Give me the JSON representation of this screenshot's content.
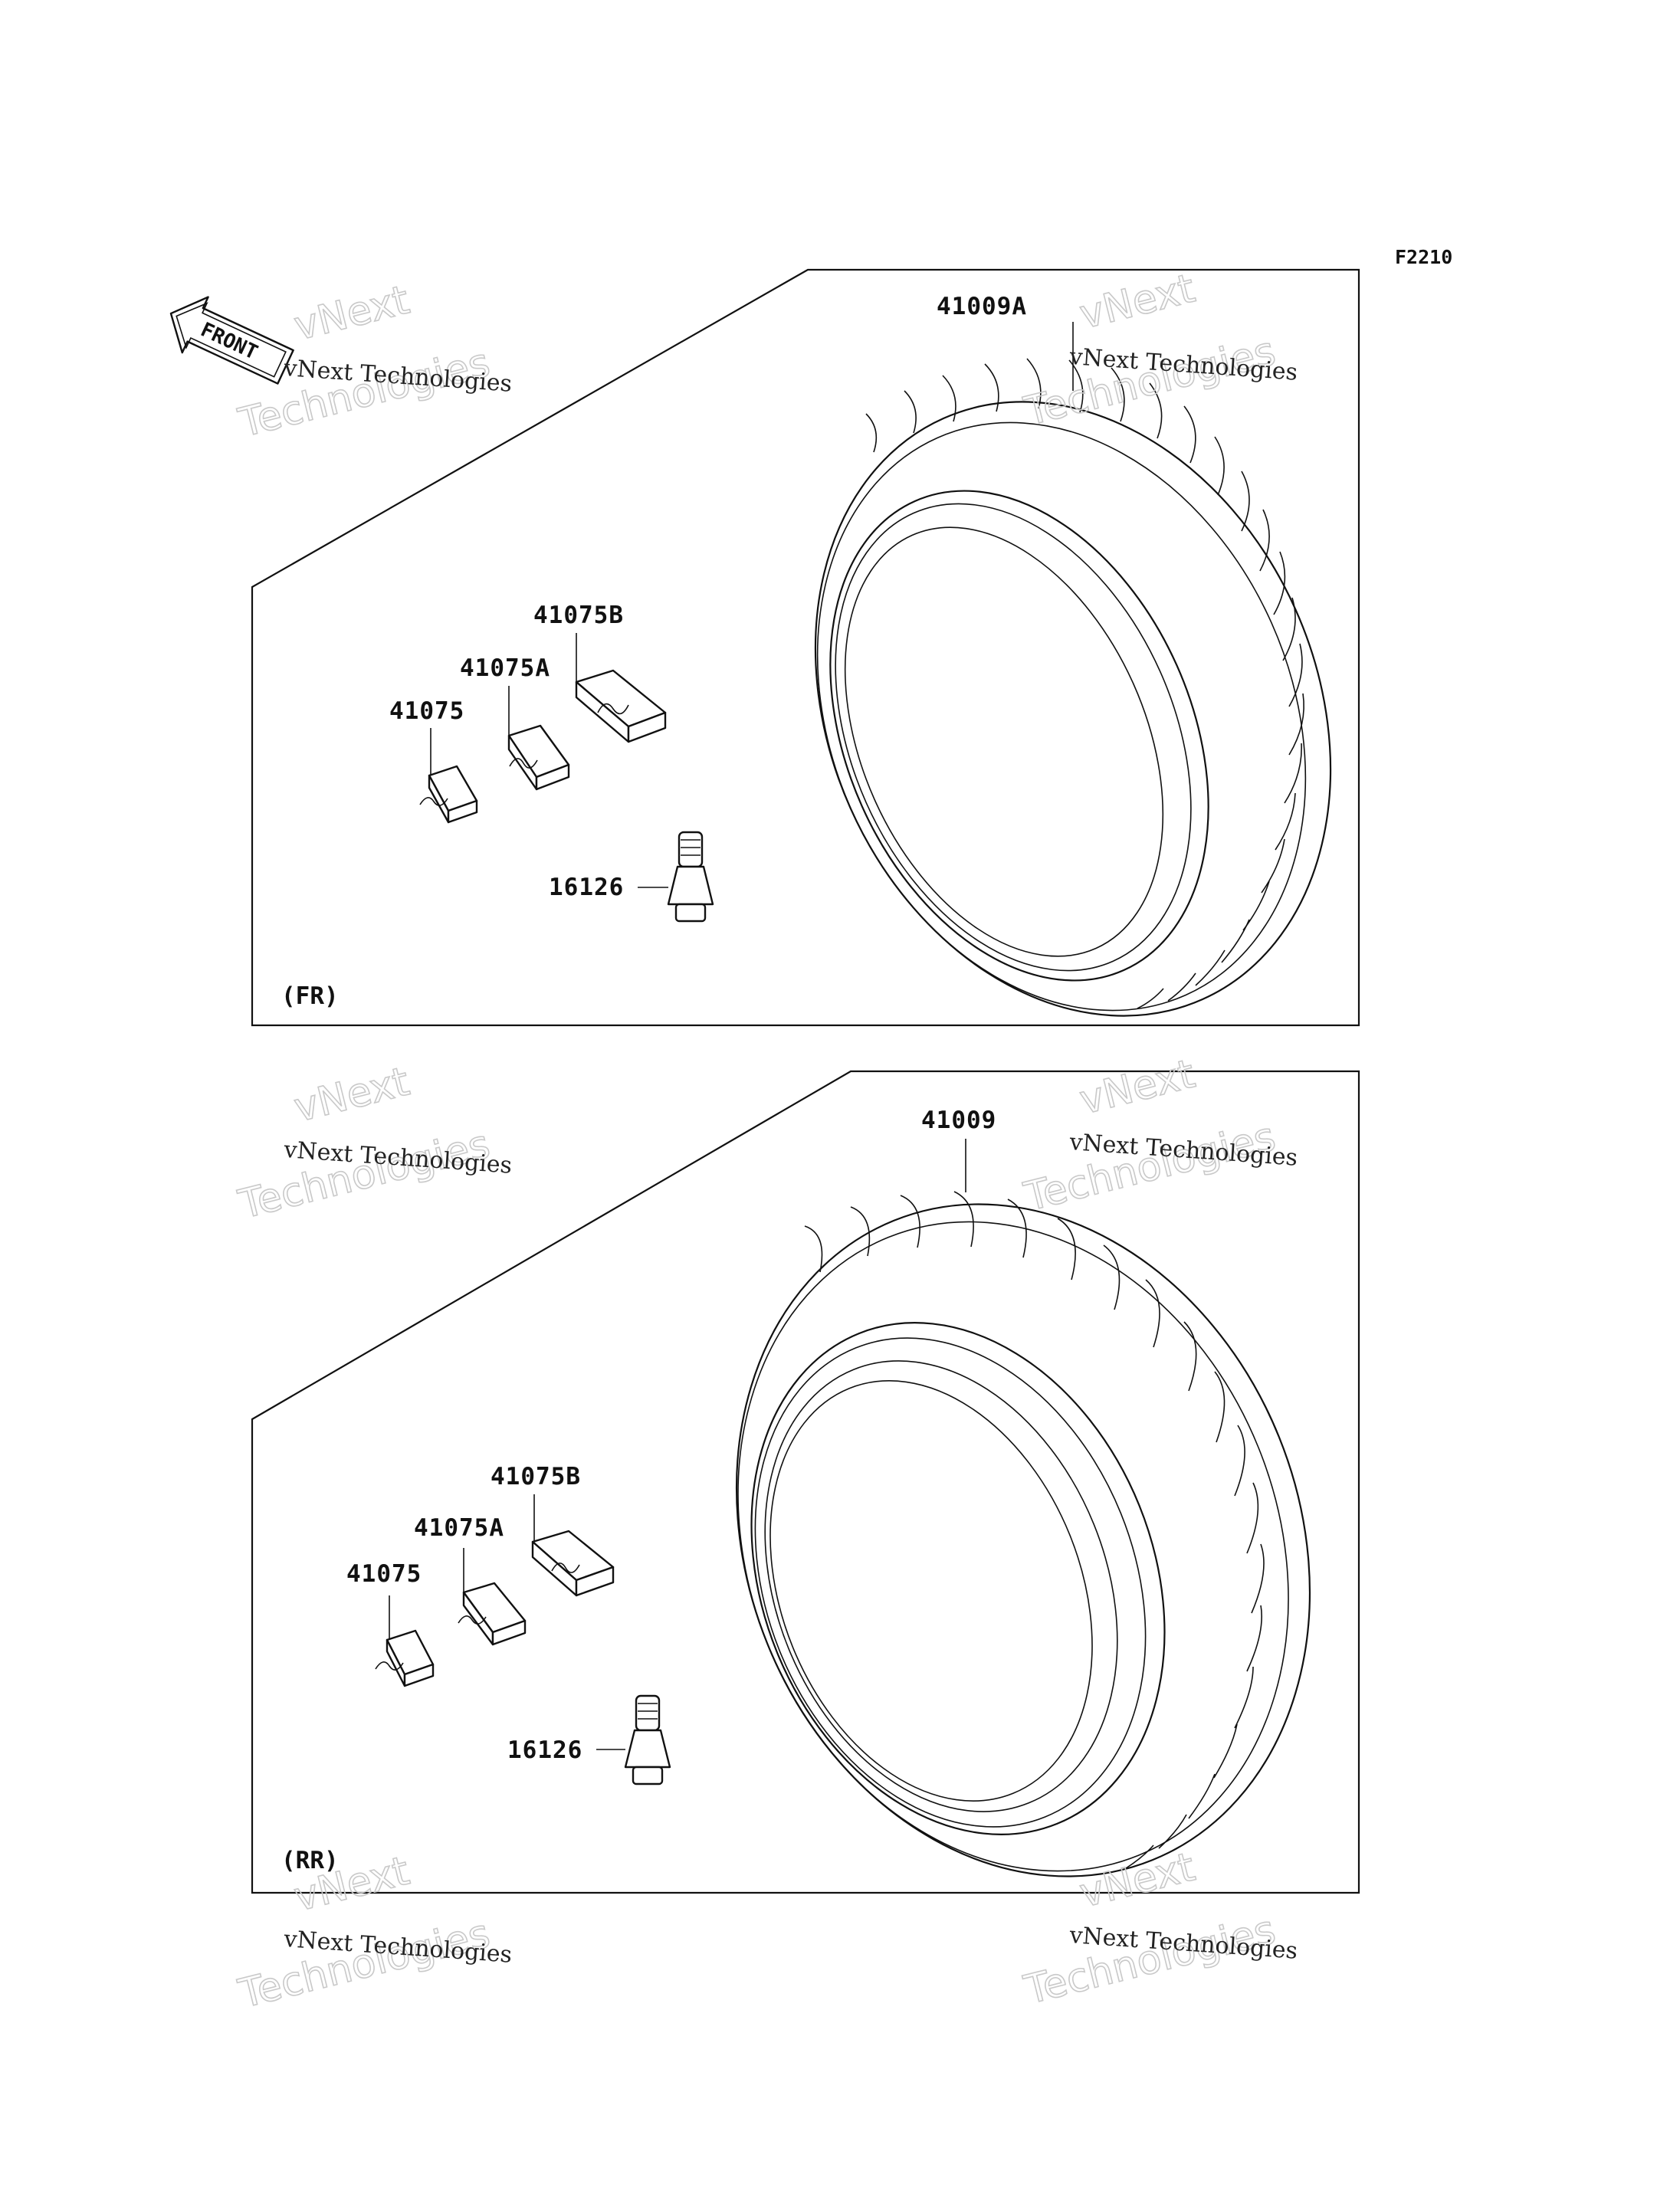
{
  "figure_id": "F2210",
  "front_label": "FRONT",
  "watermark": {
    "line1": "vNext Technologies",
    "line2": "vNext",
    "line3": "Technologies"
  },
  "panels": [
    {
      "section": "(FR)",
      "tire": "41009A",
      "weight": "41075",
      "weight_a": "41075A",
      "weight_b": "41075B",
      "valve": "16126"
    },
    {
      "section": "(RR)",
      "tire": "41009",
      "weight": "41075",
      "weight_a": "41075A",
      "weight_b": "41075B",
      "valve": "16126"
    }
  ]
}
